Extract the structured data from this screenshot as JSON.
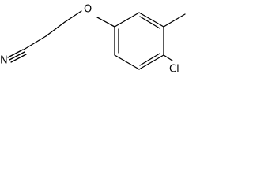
{
  "structure": {
    "atoms": {
      "oxygen": "O",
      "nitrogen": "N",
      "chlorine": "Cl"
    },
    "colors": {
      "ink": "#000000",
      "background": "#ffffff"
    }
  }
}
